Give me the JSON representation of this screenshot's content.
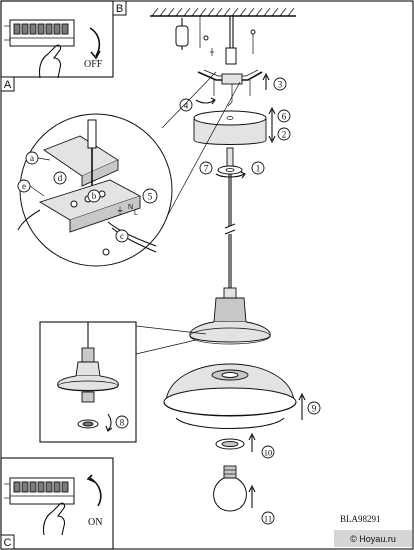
{
  "panels": {
    "a": "A",
    "b": "B",
    "c": "C"
  },
  "switch": {
    "off_label": "OFF",
    "on_label": "ON"
  },
  "steps": {
    "s1": "1",
    "s2": "2",
    "s3": "3",
    "s4": "4",
    "s5": "5",
    "s6": "6",
    "s7": "7",
    "s8": "8",
    "s9": "9",
    "s10": "10",
    "s11": "11"
  },
  "wire_letters": {
    "a": "a",
    "b": "b",
    "c": "c",
    "d": "d",
    "e": "e"
  },
  "terminal_marks": {
    "earth": "⏚",
    "n": "N",
    "l": "L"
  },
  "model_code": "BLA98291",
  "watermark": "© Hoyau.ru"
}
